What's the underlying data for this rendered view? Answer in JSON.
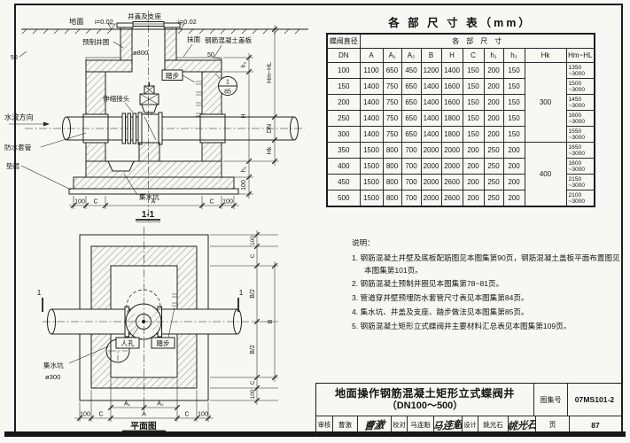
{
  "section": {
    "labels": {
      "ground": "地面",
      "slope": "i=0.02",
      "cover_support": "井盖及支座",
      "ring": "预制井圈",
      "dia800": "ø800",
      "plaster": "抹面",
      "slab": "钢筋混凝土盖板",
      "topping50": "50",
      "steps": "踏步",
      "expansion": "伸缩接头",
      "flow": "水流方向",
      "sleeve": "防水套管",
      "cushion": "垫层",
      "sump": "集水坑",
      "detail_no": "1",
      "detail_page": "85",
      "title": "1-1"
    },
    "dims": {
      "d100": "100",
      "c": "C",
      "a": "A",
      "h1": "h₁",
      "h2": "h₂",
      "h": "H",
      "hm": "Hm~HL",
      "dn": "DN",
      "hk": "Hk"
    }
  },
  "plan": {
    "labels": {
      "manhole": "人孔",
      "steps": "踏步",
      "sump": "集水坑",
      "sump_dia": "ø300",
      "marker": "1",
      "title": "平面图"
    },
    "dims": {
      "a1": "A₁",
      "a2": "A₂",
      "a": "A",
      "c": "C",
      "d100": "100",
      "b2": "B/2",
      "b": "B"
    }
  },
  "dim_table": {
    "title": "各 部 尺 寸 表（mm）",
    "col1_top": "蝶阀直径",
    "col1_bot": "DN",
    "span_header": "各　部　尺　寸",
    "columns": [
      "A",
      "A₁",
      "A₂",
      "B",
      "H",
      "C",
      "h₁",
      "h₂",
      "Hk",
      "Hm~HL"
    ],
    "hk1": "300",
    "hk2": "400",
    "rows": [
      {
        "dn": "100",
        "a": "1100",
        "a1": "650",
        "a2": "450",
        "b": "1200",
        "h": "1400",
        "c": "150",
        "h1": "200",
        "h2": "150",
        "hm1": "1350",
        "hm2": "~3000"
      },
      {
        "dn": "150",
        "a": "1400",
        "a1": "750",
        "a2": "650",
        "b": "1400",
        "h": "1600",
        "c": "150",
        "h1": "200",
        "h2": "150",
        "hm1": "1500",
        "hm2": "~3000"
      },
      {
        "dn": "200",
        "a": "1400",
        "a1": "750",
        "a2": "650",
        "b": "1400",
        "h": "1600",
        "c": "150",
        "h1": "200",
        "h2": "150",
        "hm1": "1450",
        "hm2": "~3000"
      },
      {
        "dn": "250",
        "a": "1400",
        "a1": "750",
        "a2": "650",
        "b": "1400",
        "h": "1800",
        "c": "150",
        "h1": "200",
        "h2": "150",
        "hm1": "1600",
        "hm2": "~3000"
      },
      {
        "dn": "300",
        "a": "1400",
        "a1": "750",
        "a2": "650",
        "b": "1400",
        "h": "1800",
        "c": "150",
        "h1": "200",
        "h2": "150",
        "hm1": "1550",
        "hm2": "~3000"
      },
      {
        "dn": "350",
        "a": "1500",
        "a1": "800",
        "a2": "700",
        "b": "2000",
        "h": "2000",
        "c": "200",
        "h1": "250",
        "h2": "200",
        "hm1": "1650",
        "hm2": "~3000"
      },
      {
        "dn": "400",
        "a": "1500",
        "a1": "800",
        "a2": "700",
        "b": "2000",
        "h": "2000",
        "c": "200",
        "h1": "250",
        "h2": "200",
        "hm1": "1600",
        "hm2": "~3000"
      },
      {
        "dn": "450",
        "a": "1500",
        "a1": "800",
        "a2": "700",
        "b": "2000",
        "h": "2600",
        "c": "200",
        "h1": "250",
        "h2": "200",
        "hm1": "2150",
        "hm2": "~3000"
      },
      {
        "dn": "500",
        "a": "1500",
        "a1": "800",
        "a2": "700",
        "b": "2000",
        "h": "2600",
        "c": "200",
        "h1": "250",
        "h2": "200",
        "hm1": "2100",
        "hm2": "~3000"
      }
    ]
  },
  "notes": {
    "heading": "说明：",
    "items": [
      "1. 钢筋混凝土井壁及底板配筋图见本图集第90页，钢筋混凝土盖板平面布置图见本图集第101页。",
      "2. 钢筋混凝土预制井圈见本图集第78~81页。",
      "3. 管道穿井壁预埋防水套管尺寸表见本图集第84页。",
      "4. 集水坑、井盖及支座、踏步做法见本图集第85页。",
      "5. 钢筋混凝土矩形立式蝶阀井主要材料汇总表见本图集第109页。"
    ]
  },
  "title_block": {
    "title_line1": "地面操作钢筋混凝土矩形立式蝶阀井",
    "title_line2": "（DN100～500）",
    "atlas_label": "图集号",
    "atlas_no": "07MS101-2",
    "page_label": "页",
    "page_no": "87",
    "reviewer_label": "审核",
    "reviewer_name": "曹激",
    "reviewer_sig": "曹激",
    "checker_label": "校对",
    "checker_name": "马连魁",
    "checker_sig": "马连魁",
    "designer_label": "设计",
    "designer_name": "姚光石",
    "designer_sig": "姚光石"
  }
}
